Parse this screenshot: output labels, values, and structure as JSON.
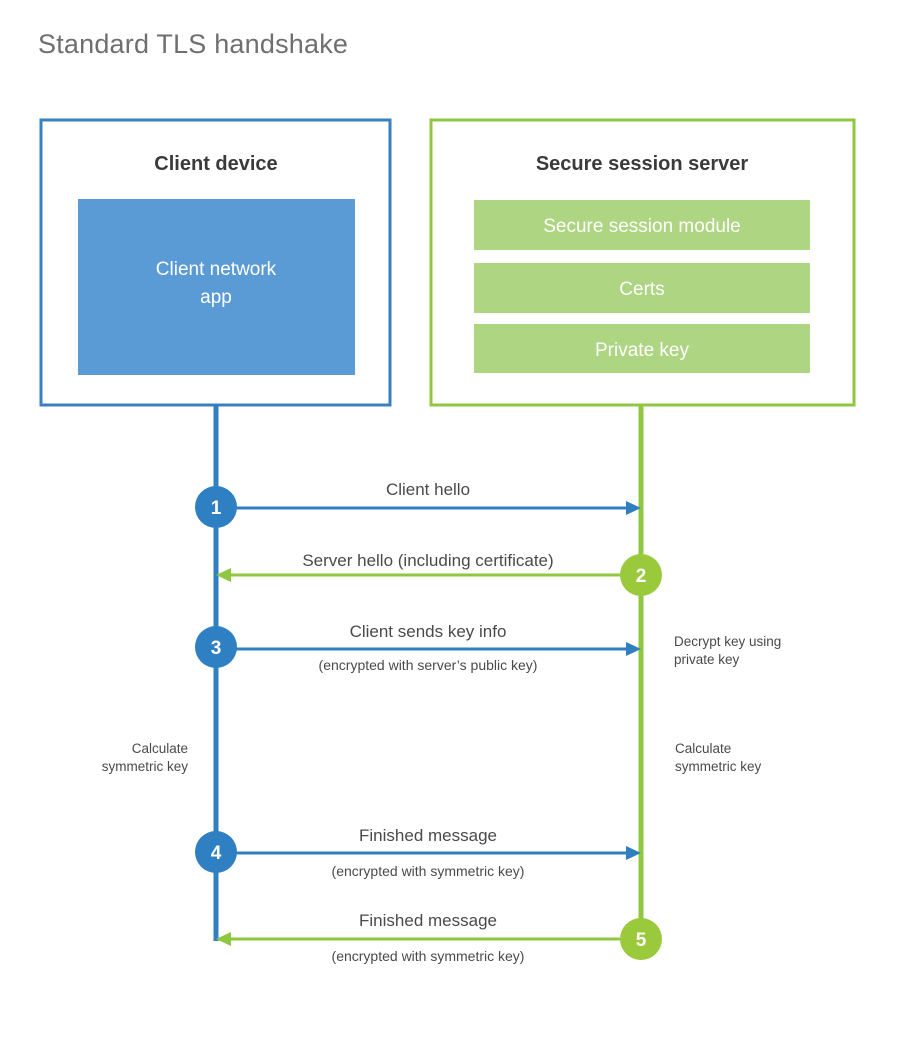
{
  "page": {
    "title": "Standard TLS handshake",
    "background": "#ffffff"
  },
  "colors": {
    "client_border": "#3a80c1",
    "client_fill": "#5b9bd5",
    "client_line": "#2f7fc1",
    "client_circle": "#2f80c2",
    "server_border": "#8fc740",
    "server_fill": "#aed581",
    "server_line": "#8fc740",
    "server_circle": "#9aca3c",
    "text_dark": "#3a3a3a",
    "text_body": "#4a4a4a",
    "title_gray": "#6f6f6f"
  },
  "client_panel": {
    "title": "Client device",
    "inner_label": "Client network app"
  },
  "server_panel": {
    "title": "Secure session server",
    "modules": [
      {
        "label": "Secure session module"
      },
      {
        "label": "Certs"
      },
      {
        "label": "Private key"
      }
    ]
  },
  "steps": [
    {
      "number": "1",
      "direction": "client-to-server",
      "label": "Client hello",
      "sublabel": ""
    },
    {
      "number": "2",
      "direction": "server-to-client",
      "label": "Server hello (including certificate)",
      "sublabel": ""
    },
    {
      "number": "3",
      "direction": "client-to-server",
      "label": "Client sends key info",
      "sublabel": "(encrypted with server’s public key)"
    },
    {
      "number": "4",
      "direction": "client-to-server",
      "label": "Finished message",
      "sublabel": "(encrypted with symmetric key)"
    },
    {
      "number": "5",
      "direction": "server-to-client",
      "label": "Finished message",
      "sublabel": "(encrypted with symmetric key)"
    }
  ],
  "annotations": {
    "decrypt_line1": "Decrypt key using",
    "decrypt_line2": "private key",
    "client_calc_line1": "Calculate",
    "client_calc_line2": "symmetric key",
    "server_calc_line1": "Calculate",
    "server_calc_line2": "symmetric key"
  }
}
